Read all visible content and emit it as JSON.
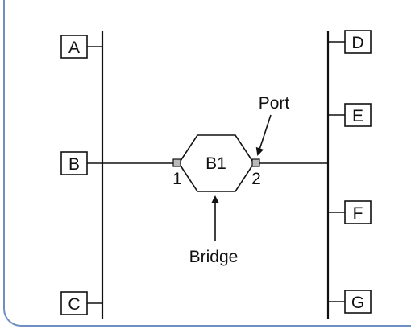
{
  "hosts": [
    {
      "id": "A",
      "label": "A"
    },
    {
      "id": "B",
      "label": "B"
    },
    {
      "id": "C",
      "label": "C"
    },
    {
      "id": "D",
      "label": "D"
    },
    {
      "id": "E",
      "label": "E"
    },
    {
      "id": "F",
      "label": "F"
    },
    {
      "id": "G",
      "label": "G"
    }
  ],
  "bridge": {
    "label": "B1",
    "port_1": "1",
    "port_2": "2"
  },
  "annotations": {
    "port": "Port",
    "bridge": "Bridge"
  },
  "colors": {
    "frame": "#6f8fc4",
    "line": "#111111",
    "port_fill": "#b9b9b9"
  }
}
